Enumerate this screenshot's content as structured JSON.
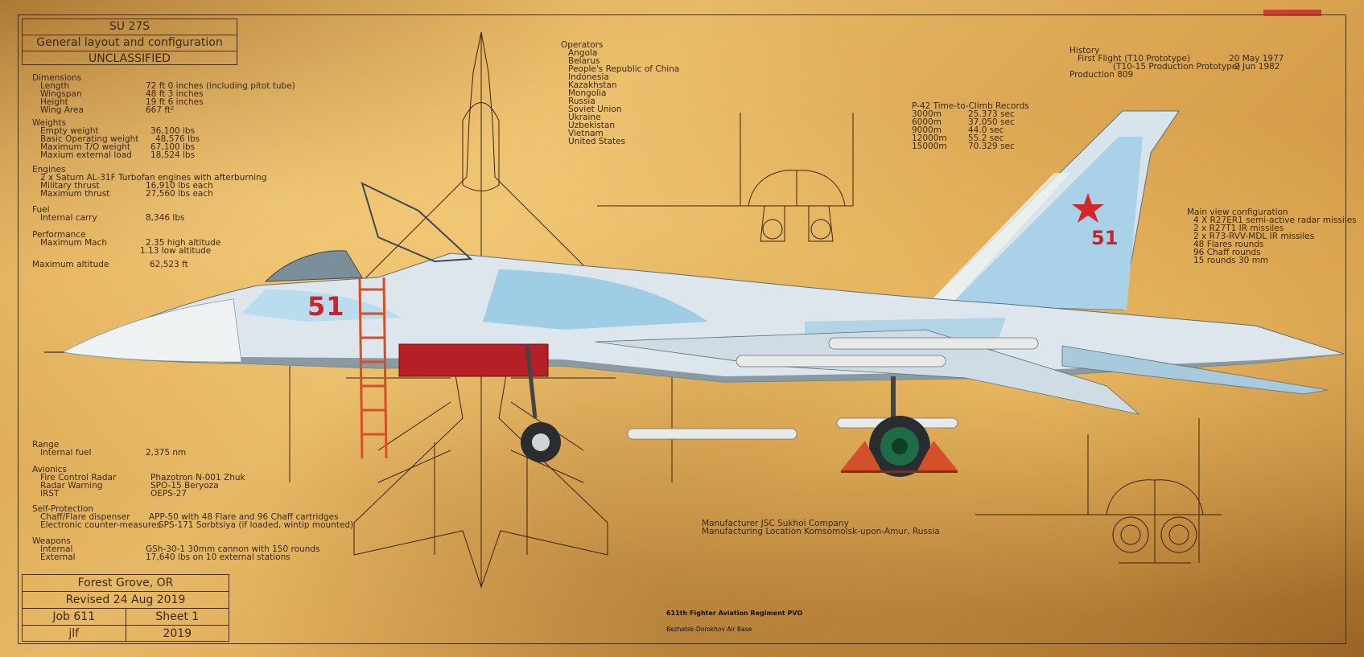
{
  "title_block": {
    "aircraft": "SU 27S",
    "subtitle": "General layout and configuration",
    "classification": "UNCLASSIFIED"
  },
  "specs": {
    "dimensions": {
      "header": "Dimensions",
      "rows": [
        {
          "label": "Length",
          "value": "72 ft 0 inches (including pitot tube)"
        },
        {
          "label": "Wingspan",
          "value": "48 ft 3 inches"
        },
        {
          "label": "Height",
          "value": "19 ft 6 inches"
        },
        {
          "label": "Wing Area",
          "value": "667 ft²"
        }
      ]
    },
    "weights": {
      "header": "Weights",
      "rows": [
        {
          "label": "Empty weight",
          "value": "36,100 lbs"
        },
        {
          "label": "Basic Operating weight",
          "value": "48,576 lbs"
        },
        {
          "label": "Maximum T/O weight",
          "value": "67,100 lbs"
        },
        {
          "label": "Maxium external load",
          "value": "18,524 lbs"
        }
      ]
    },
    "engines": {
      "header": "Engines",
      "line1": "2 x Saturn AL-31F Turbofan engines with afterburning",
      "rows": [
        {
          "label": "Military thrust",
          "value": "16,910 lbs each"
        },
        {
          "label": "Maximum thrust",
          "value": "27,560 lbs each"
        }
      ]
    },
    "fuel": {
      "header": "Fuel",
      "rows": [
        {
          "label": "Internal carry",
          "value": "8,346 lbs"
        }
      ]
    },
    "performance": {
      "header": "Performance",
      "rows": [
        {
          "label": "Maximum Mach",
          "value": "2.35 high altitude"
        },
        {
          "label": "",
          "value": "1.13 low altitude"
        }
      ],
      "max_alt_label": "Maximum altitude",
      "max_alt_value": "62,523 ft"
    },
    "range": {
      "header": "Range",
      "rows": [
        {
          "label": "Internal fuel",
          "value": "2,375 nm"
        }
      ]
    },
    "avionics": {
      "header": "Avionics",
      "rows": [
        {
          "label": "Fire Control Radar",
          "value": "Phazotron N-001 Zhuk"
        },
        {
          "label": "Radar Warning",
          "value": "SPO-15 Beryoza"
        },
        {
          "label": "IRST",
          "value": "OEPS-27"
        }
      ]
    },
    "self_protection": {
      "header": "Self-Protection",
      "rows": [
        {
          "label": "Chaff/Flare dispenser",
          "value": "APP-50 with 48 Flare and 96 Chaff cartridges"
        },
        {
          "label": "Electronic counter-measures",
          "value": "SPS-171 Sorbtsiya (if loaded, wintip mounted)"
        }
      ]
    },
    "weapons": {
      "header": "Weapons",
      "rows": [
        {
          "label": "Internal",
          "value": "GSh-30-1 30mm cannon with 150 rounds"
        },
        {
          "label": "External",
          "value": "17,640 lbs on 10 external stations"
        }
      ]
    }
  },
  "operators": {
    "header": "Operators",
    "items": [
      "Angola",
      "Belarus",
      "People's Republic of China",
      "Indonesia",
      "Kazakhstan",
      "Mongolia",
      "Russia",
      "Soviet Union",
      "Ukraine",
      "Uzbekistan",
      "Vietnam",
      "United States"
    ]
  },
  "climb_records": {
    "header": "P-42 Time-to-Climb Records",
    "rows": [
      {
        "alt": "3000m",
        "time": "25.373 sec"
      },
      {
        "alt": "6000m",
        "time": "37.050 sec"
      },
      {
        "alt": "9000m",
        "time": "44.0 sec"
      },
      {
        "alt": "12000m",
        "time": "55.2 sec"
      },
      {
        "alt": "15000m",
        "time": "70.329 sec"
      }
    ]
  },
  "history": {
    "header": "History",
    "first_flight_label": "First Flight (T10 Prototype)",
    "first_flight_date": "20 May 1977",
    "production_proto_label": "(T10-15 Production Prototype)",
    "production_proto_date": "2 Jun 1982",
    "production": "Production 809"
  },
  "config": {
    "header": "Main view configuration",
    "items": [
      "4 X R27ER1 semi-active radar missiles",
      "2 x R27T1 IR missiles",
      "2 x R73-RVV-MDL IR missiles",
      "48 Flares rounds",
      "96 Chaff rounds",
      "15 rounds 30 mm"
    ]
  },
  "manufacturer": {
    "line1": "Manufacturer JSC Sukhoi Company",
    "line2": "Manufacturing Location Komsomolsk-upon-Amur, Russia"
  },
  "unit": {
    "regiment": "611th Fighter Aviation Regiment PVO",
    "base": "Bezhetsk-Dorokhov Air Base"
  },
  "tail_number": "51",
  "info_block": {
    "location": "Forest Grove, OR",
    "revised": "Revised 24 Aug 2019",
    "job": "Job 611",
    "sheet": "Sheet 1",
    "initials": "jlf",
    "year": "2019"
  },
  "colors": {
    "paper": "#dba552",
    "ink": "#3a2a16",
    "camo_light": "#dde8ef",
    "camo_blue": "#9fcde6",
    "red_star": "#d7262a",
    "panel_red": "#b51f26"
  }
}
